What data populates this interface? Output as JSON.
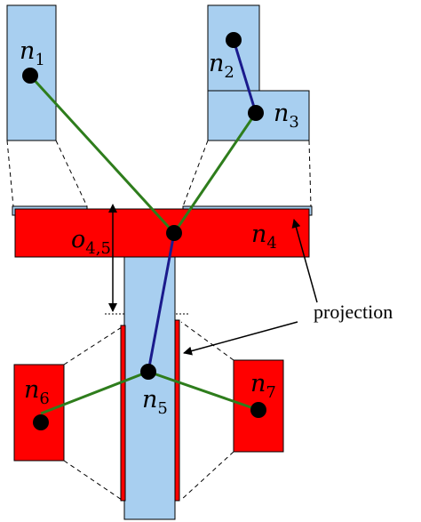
{
  "colors": {
    "blue_fill": "#a8cff0",
    "red_fill": "#ff0000",
    "green_edge": "#2e7d1c",
    "blue_edge": "#1a1a8c",
    "outline": "#000000"
  },
  "nodes": {
    "n1": {
      "base": "n",
      "sub": "1"
    },
    "n2": {
      "base": "n",
      "sub": "2"
    },
    "n3": {
      "base": "n",
      "sub": "3"
    },
    "n4": {
      "base": "n",
      "sub": "4"
    },
    "n5": {
      "base": "n",
      "sub": "5"
    },
    "n6": {
      "base": "n",
      "sub": "6"
    },
    "n7": {
      "base": "n",
      "sub": "7"
    }
  },
  "overlap_label": {
    "base": "o",
    "sub": "4,5"
  },
  "projection_label": "projection"
}
